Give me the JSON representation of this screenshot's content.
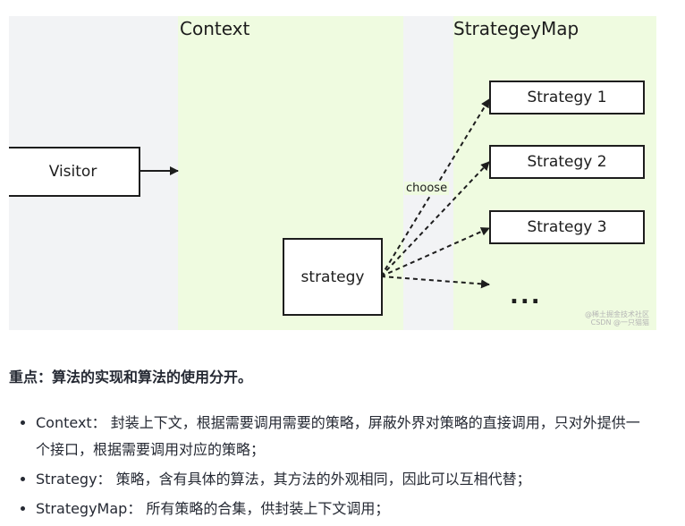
{
  "diagram": {
    "zones": {
      "context_title": "Context",
      "strategy_map_title": "StrategeyMap"
    },
    "nodes": {
      "visitor": "Visitor",
      "strategy": "strategy",
      "strategy1": "Strategy 1",
      "strategy2": "Strategy 2",
      "strategy3": "Strategy 3",
      "more": "..."
    },
    "edge_label": "choose",
    "watermark_line1": "@稀土掘金技术社区",
    "watermark_line2": "CSDN @一只猫猫"
  },
  "article": {
    "heading": "重点：算法的实现和算法的使用分开。",
    "points": [
      "Context： 封装上下文，根据需要调用需要的策略，屏蔽外界对策略的直接调用，只对外提供一个接口，根据需要调用对应的策略；",
      "Strategy： 策略，含有具体的算法，其方法的外观相同，因此可以互相代替；",
      "StrategyMap： 所有策略的合集，供封装上下文调用；"
    ]
  },
  "colors": {
    "zone_fill": "#effbe0",
    "diagram_bg": "#f2f3f5",
    "stroke": "#1d1d1d"
  }
}
